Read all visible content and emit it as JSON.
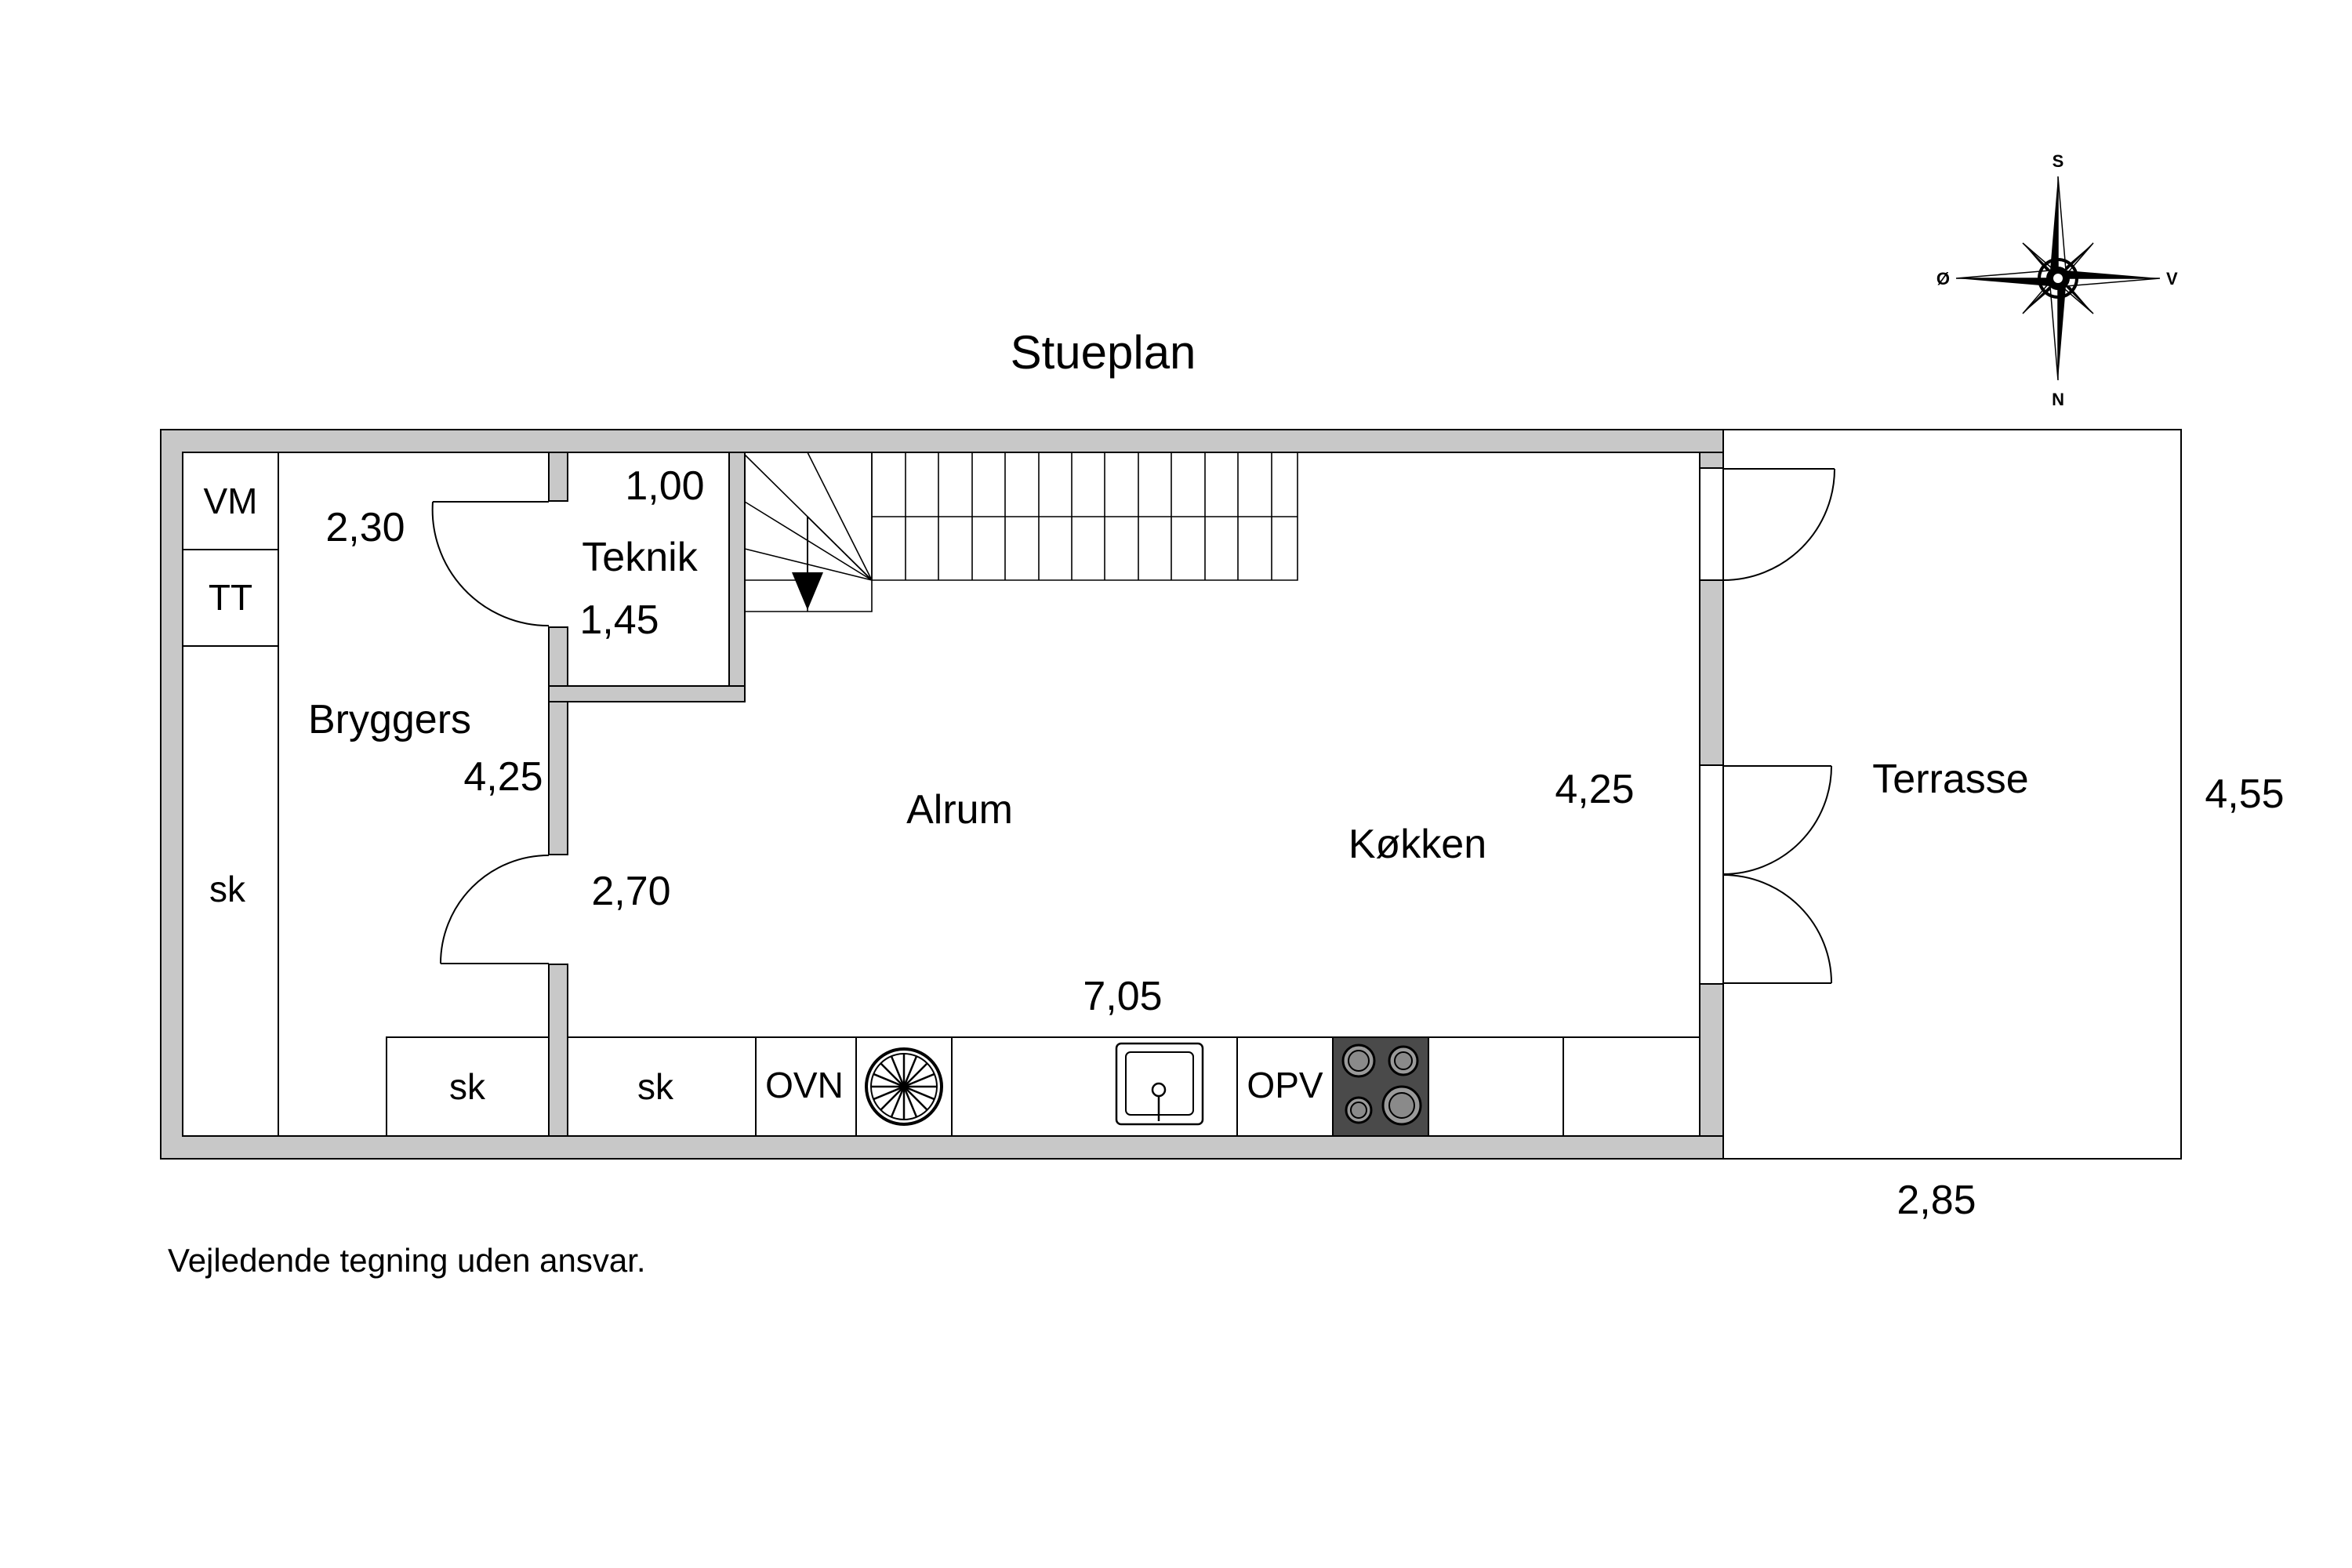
{
  "title": "Stueplan",
  "note": "Vejledende tegning uden ansvar.",
  "compass": {
    "north": "N",
    "south": "S",
    "east": "Ø",
    "west": "V"
  },
  "rooms": {
    "bryggers": "Bryggers",
    "teknik": "Teknik",
    "alrum": "Alrum",
    "kokken": "Køkken",
    "terrasse": "Terrasse"
  },
  "fixtures": {
    "vm": "VM",
    "tt": "TT",
    "sk_tall": "sk",
    "sk_bryggers": "sk",
    "sk_kitchen": "sk",
    "ovn": "OVN",
    "opv": "OPV"
  },
  "dimensions": {
    "bryggers_width": "2,30",
    "teknik_width": "1,00",
    "teknik_depth": "1,45",
    "bryggers_depth": "4,25",
    "alrum_width": "2,70",
    "kitchen_length": "7,05",
    "kitchen_depth": "4,25",
    "terrace_depth": "4,55",
    "terrace_width": "2,85"
  }
}
